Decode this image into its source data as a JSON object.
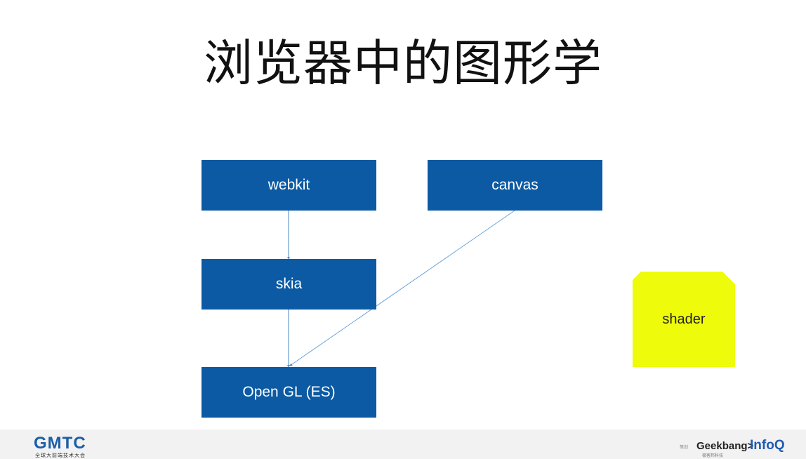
{
  "slide": {
    "title": "浏览器中的图形学"
  },
  "diagram": {
    "nodes": [
      {
        "id": "webkit",
        "label": "webkit"
      },
      {
        "id": "canvas",
        "label": "canvas"
      },
      {
        "id": "skia",
        "label": "skia"
      },
      {
        "id": "opengl",
        "label": "Open GL (ES)"
      },
      {
        "id": "shader",
        "label": "shader"
      }
    ],
    "edges": [
      {
        "from": "webkit",
        "to": "skia"
      },
      {
        "from": "skia",
        "to": "opengl"
      },
      {
        "from": "canvas",
        "to": "opengl"
      }
    ],
    "colors": {
      "node_fill": "#0b5aa3",
      "node_text": "#ffffff",
      "connector": "#5b9bd5",
      "shader_fill": "#eefb0a"
    }
  },
  "footer": {
    "left_logo": "GMTC",
    "left_logo_sub": "全球大前端技术大会",
    "pre_geek": "策划",
    "geek_logo": "Geekbang>",
    "geek_sub": "极客邦科技",
    "infoq_logo": "InfoQ"
  }
}
